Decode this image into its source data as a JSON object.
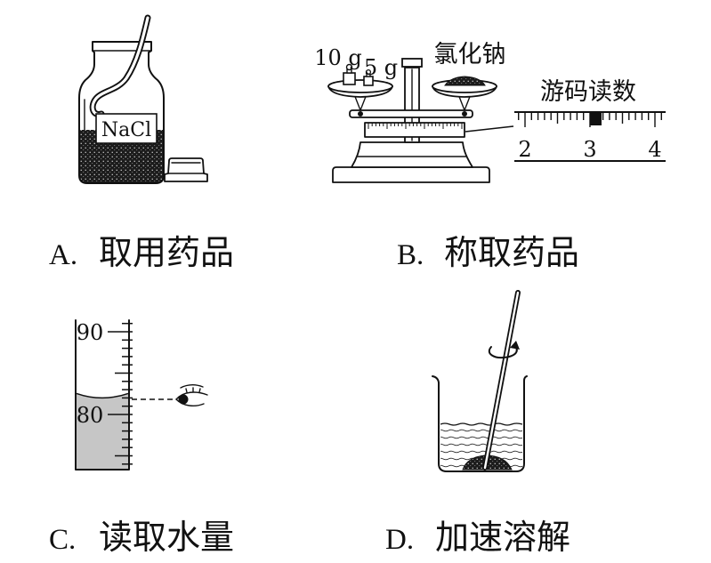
{
  "panels": {
    "a": {
      "letter": "A.",
      "caption": "取用药品",
      "bottle_label": "NaCl"
    },
    "b": {
      "letter": "B.",
      "caption": "称取药品",
      "weight_large": "10 g",
      "weight_small": "5 g",
      "substance_label": "氯化钠",
      "rider_scale": {
        "title": "游码读数",
        "ticks": [
          "2",
          "3",
          "4"
        ],
        "reading_g": 3
      }
    },
    "c": {
      "letter": "C.",
      "caption": "读取水量",
      "cylinder_ticks": [
        "90",
        "80"
      ],
      "liquid_level_ml": 82
    },
    "d": {
      "letter": "D.",
      "caption": "加速溶解"
    }
  }
}
